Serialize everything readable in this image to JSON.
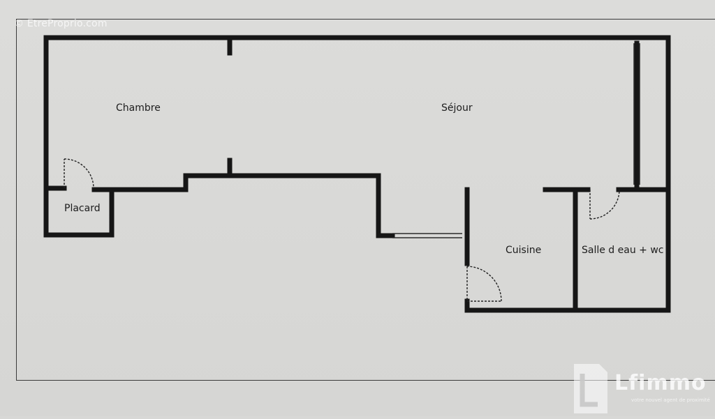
{
  "watermark": {
    "text": "© EtreProprio.com"
  },
  "brand": {
    "name": "Lfimmo",
    "tagline": "votre nouvel agent de proximité"
  },
  "rooms": {
    "chambre": "Chambre",
    "sejour": "Séjour",
    "placard": "Placard",
    "cuisine": "Cuisine",
    "salle_eau": "Salle d eau + wc"
  },
  "colors": {
    "wall": "#161616",
    "paper": "#d9d9d7",
    "watermark": "#ffffff"
  }
}
